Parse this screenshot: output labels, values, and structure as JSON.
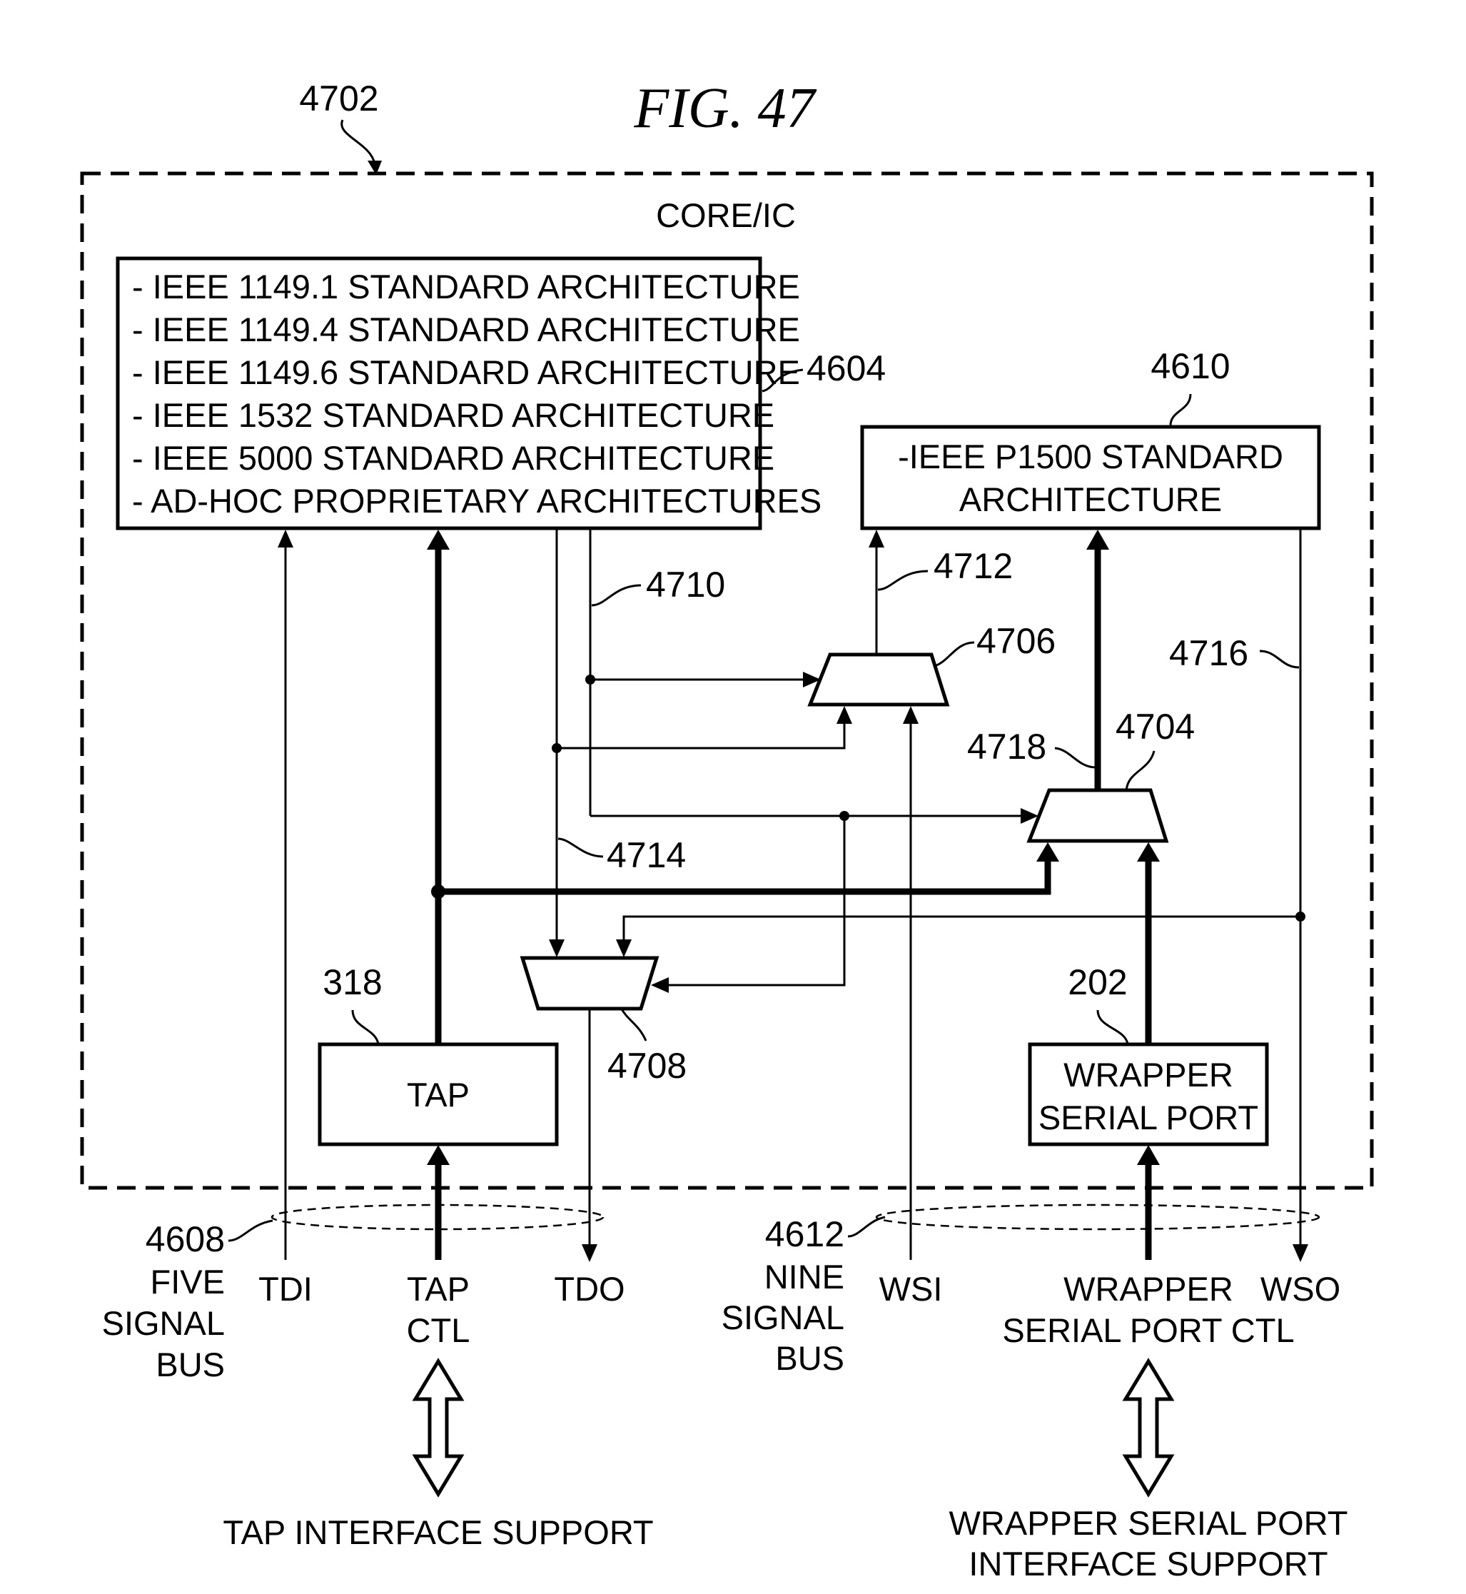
{
  "figure": {
    "title": "FIG. 47"
  },
  "core": {
    "label": "CORE/IC",
    "ref": "4702"
  },
  "ieee_box": {
    "ref": "4604",
    "lines": [
      "- IEEE 1149.1 STANDARD ARCHITECTURE",
      "- IEEE 1149.4 STANDARD ARCHITECTURE",
      "- IEEE 1149.6 STANDARD ARCHITECTURE",
      "- IEEE 1532 STANDARD ARCHITECTURE",
      "- IEEE 5000 STANDARD ARCHITECTURE",
      "- AD-HOC PROPRIETARY ARCHITECTURES"
    ]
  },
  "p1500_box": {
    "ref": "4610",
    "line1": "-IEEE P1500 STANDARD",
    "line2": "ARCHITECTURE"
  },
  "tap_box": {
    "ref": "318",
    "label": "TAP"
  },
  "wsp_box": {
    "ref": "202",
    "line1": "WRAPPER",
    "line2": "SERIAL PORT"
  },
  "muxes": {
    "m4704": "4704",
    "m4706": "4706",
    "m4708": "4708"
  },
  "signal_refs": {
    "s4710": "4710",
    "s4712": "4712",
    "s4714": "4714",
    "s4716": "4716",
    "s4718": "4718"
  },
  "bus_left": {
    "ref": "4608",
    "line1": "FIVE",
    "line2": "SIGNAL",
    "line3": "BUS"
  },
  "bus_right": {
    "ref": "4612",
    "line1": "NINE",
    "line2": "SIGNAL",
    "line3": "BUS"
  },
  "signals": {
    "tdi": "TDI",
    "tap_ctl_1": "TAP",
    "tap_ctl_2": "CTL",
    "tdo": "TDO",
    "wsi": "WSI",
    "wsp_ctl_1": "WRAPPER",
    "wsp_ctl_2": "SERIAL PORT CTL",
    "wso": "WSO"
  },
  "support": {
    "tap": "TAP INTERFACE SUPPORT",
    "wsp_1": "WRAPPER SERIAL PORT",
    "wsp_2": "INTERFACE SUPPORT"
  }
}
